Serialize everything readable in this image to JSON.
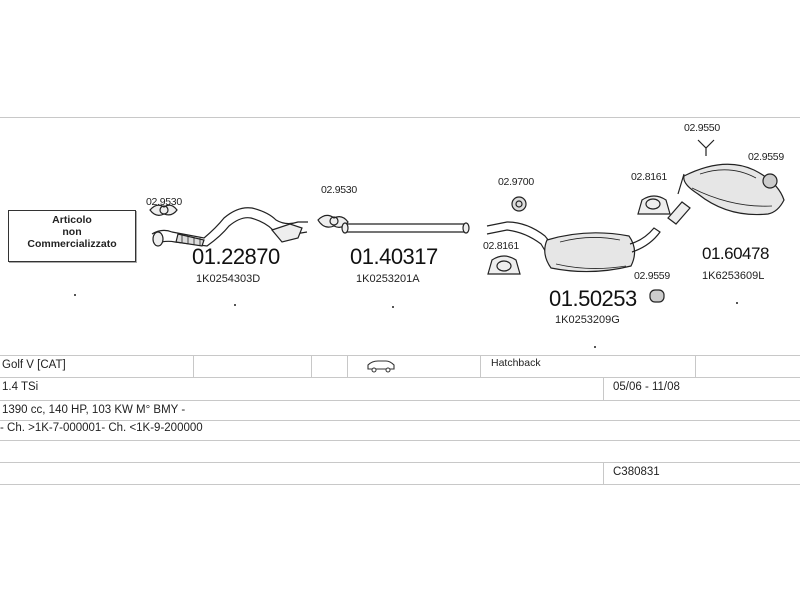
{
  "not_sold": {
    "line1": "Articolo",
    "line2": "non",
    "line3": "Commercializzato"
  },
  "parts": [
    {
      "id": "p1",
      "number": "01.22870",
      "oem": "1K0254303D",
      "gasket": "02.9530"
    },
    {
      "id": "p2",
      "number": "01.40317",
      "oem": "1K0253201A",
      "gasket": "02.9530"
    },
    {
      "id": "p3",
      "number": "01.50253",
      "oem": "1K0253209G",
      "accessories": [
        "02.9700",
        "02.8161",
        "02.8161",
        "02.9559"
      ]
    },
    {
      "id": "p4",
      "number": "01.60478",
      "oem": "1K6253609L",
      "accessories": [
        "02.9550",
        "02.9559"
      ]
    }
  ],
  "vehicle": {
    "model": "Golf V  [CAT]",
    "body_type": "Hatchback",
    "engine": "1.4 TSi",
    "period": "05/06 - 11/08",
    "spec": "1390 cc, 140 HP, 103 KW M° BMY -",
    "chassis": "- Ch. >1K-7-000001- Ch. <1K-9-200000",
    "code": "C380831"
  },
  "icons": {
    "car": "car-icon"
  }
}
